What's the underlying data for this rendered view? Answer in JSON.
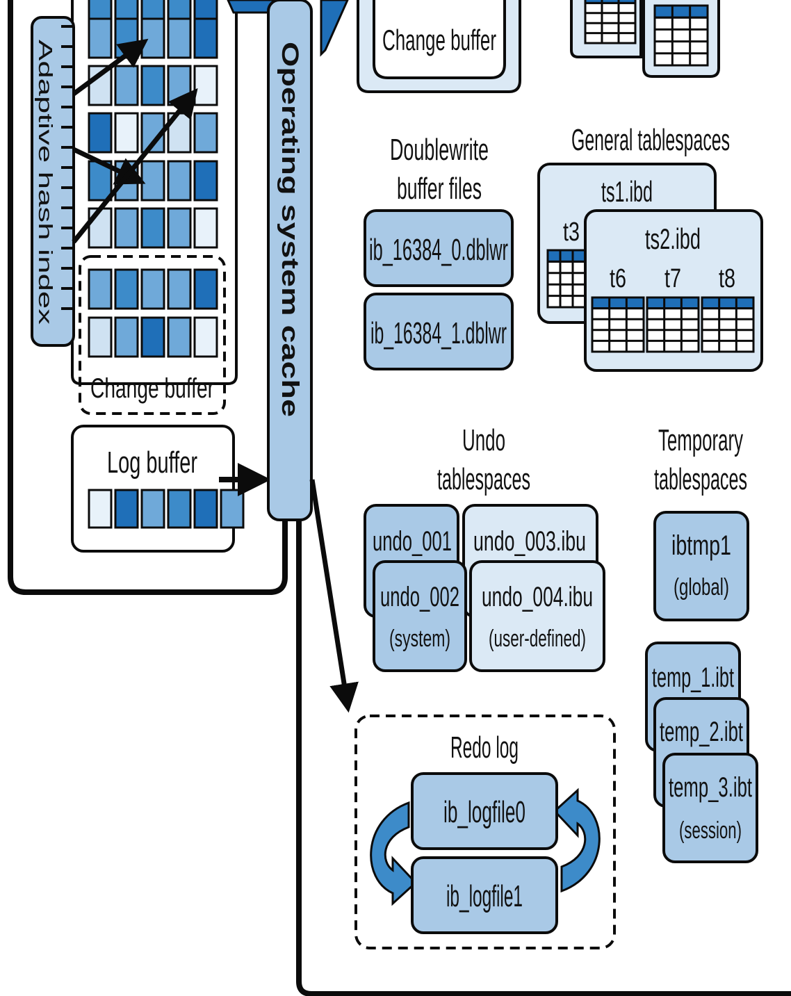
{
  "colors": {
    "outline": "#0b0b0b",
    "light_fill": "#dbe9f5",
    "mid_fill": "#b9d4ea",
    "block_fill": "#a9c9e6",
    "blue_dark": "#1f6fb8",
    "blue_mid": "#3d8bc9",
    "blue_light": "#6fa9d9",
    "blue_pale": "#cfe2f2",
    "blue_white": "#e8f2fa"
  },
  "memory": {
    "adaptive_hash_index": "Adaptive hash index",
    "change_buffer": "Change buffer",
    "log_buffer": "Log buffer"
  },
  "os_cache": "Operating system cache",
  "top": {
    "change_buffer": "Change buffer"
  },
  "doublewrite": {
    "title_line1": "Doublewrite",
    "title_line2": "buffer files",
    "files": [
      "ib_16384_0.dblwr",
      "ib_16384_1.dblwr"
    ]
  },
  "general_tablespaces": {
    "title": "General tablespaces",
    "ts1": "ts1.ibd",
    "ts1_table": "t3",
    "ts2": "ts2.ibd",
    "ts2_tables": [
      "t6",
      "t7",
      "t8"
    ]
  },
  "undo": {
    "title_line1": "Undo",
    "title_line2": "tablespaces",
    "u1": "undo_001",
    "u2": "undo_002",
    "u2_note": "(system)",
    "u3": "undo_003.ibu",
    "u4": "undo_004.ibu",
    "u4_note": "(user-defined)"
  },
  "temporary": {
    "title_line1": "Temporary",
    "title_line2": "tablespaces",
    "global_file": "ibtmp1",
    "global_note": "(global)",
    "session_files": [
      "temp_1.ibt",
      "temp_2.ibt",
      "temp_3.ibt"
    ],
    "session_note": "(session)"
  },
  "redo": {
    "title": "Redo log",
    "files": [
      "ib_logfile0",
      "ib_logfile1"
    ]
  }
}
